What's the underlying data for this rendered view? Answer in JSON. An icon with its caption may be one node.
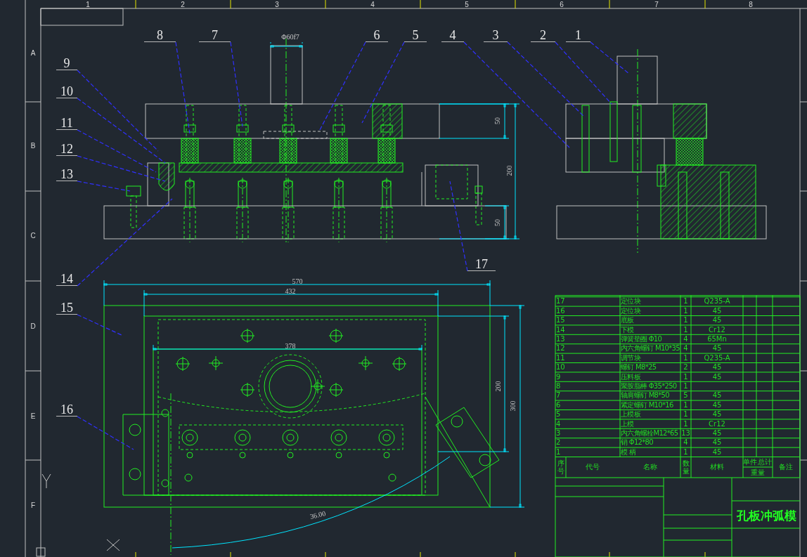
{
  "diagram": {
    "nodes": [
      {
        "text": [
          "8"
        ]
      },
      {
        "text": [
          "7"
        ]
      },
      {
        "text": [
          "6"
        ]
      },
      {
        "text": [
          "5"
        ]
      },
      {
        "text": [
          "4"
        ]
      },
      {
        "text": [
          "3"
        ]
      },
      {
        "text": [
          "2"
        ]
      },
      {
        "text": [
          "1"
        ]
      },
      {
        "text": [
          "9"
        ]
      },
      {
        "text": [
          "10"
        ]
      },
      {
        "text": [
          "11"
        ]
      },
      {
        "text": [
          "12"
        ]
      },
      {
        "text": [
          "13"
        ]
      },
      {
        "text": [
          "17"
        ]
      },
      {
        "text": [
          "14"
        ]
      },
      {
        "text": [
          "15"
        ]
      },
      {
        "text": [
          "16"
        ]
      }
    ],
    "edges": [
      {
        "from": 0,
        "to": null,
        "arrow": "none",
        "style": "dashed"
      },
      {
        "from": 1,
        "to": null,
        "arrow": "none",
        "style": "dashed"
      },
      {
        "from": 2,
        "to": null,
        "arrow": "none",
        "style": "dashed"
      },
      {
        "from": 3,
        "to": null,
        "arrow": "none",
        "style": "dashed"
      },
      {
        "from": 4,
        "to": null,
        "arrow": "none",
        "style": "dashed"
      },
      {
        "from": 5,
        "to": null,
        "arrow": "none",
        "style": "dashed"
      },
      {
        "from": 6,
        "to": null,
        "arrow": "none",
        "style": "dashed"
      },
      {
        "from": 7,
        "to": null,
        "arrow": "none",
        "style": "dashed"
      },
      {
        "from": 8,
        "to": null,
        "arrow": "none",
        "style": "dashed"
      },
      {
        "from": 9,
        "to": null,
        "arrow": "none",
        "style": "dashed"
      },
      {
        "from": 10,
        "to": null,
        "arrow": "none",
        "style": "dashed"
      },
      {
        "from": 11,
        "to": null,
        "arrow": "none",
        "style": "dashed"
      },
      {
        "from": 12,
        "to": null,
        "arrow": "none",
        "style": "dashed"
      },
      {
        "from": 13,
        "to": null,
        "arrow": "none",
        "style": "dashed"
      },
      {
        "from": 14,
        "to": null,
        "arrow": "none",
        "style": "dashed"
      },
      {
        "from": 15,
        "to": null,
        "arrow": "none",
        "style": "dashed"
      },
      {
        "from": 16,
        "to": null,
        "arrow": "none",
        "style": "dashed"
      }
    ],
    "labels": [
      "1",
      "2",
      "3",
      "4",
      "5",
      "6",
      "7",
      "8",
      "A",
      "B",
      "C",
      "D",
      "E",
      "F",
      "Φ60f7",
      "50",
      "200",
      "50",
      "570",
      "432",
      "378",
      "200",
      "300",
      "36.00",
      "17",
      "定位块",
      "1",
      "Q235-A",
      "16",
      "定位块",
      "1",
      "45",
      "15",
      "底板",
      "1",
      "45",
      "14",
      "下模",
      "1",
      "Cr12",
      "13",
      "弹簧垫圈 Φ10",
      "4",
      "65Mn",
      "12",
      "内六角螺钉 M10*35",
      "4",
      "45",
      "11",
      "调节块",
      "1",
      "Q235-A",
      "10",
      "螺钉 M8*25",
      "2",
      "45",
      "9",
      "压料板",
      "1",
      "45",
      "8",
      "聚胺脂棒 Φ35*250",
      "1",
      "7",
      "轴肩螺钉 M8*50",
      "5",
      "45",
      "6",
      "紧定螺钉 M10*16",
      "1",
      "45",
      "5",
      "上模板",
      "1",
      "45",
      "4",
      "上模",
      "1",
      "Cr12",
      "3",
      "内六角螺栓M12*65",
      "13",
      "45",
      "2",
      "销 Φ12*80",
      "4",
      "45",
      "1",
      "模 柄",
      "1",
      "45",
      "序号",
      "代号",
      "名称",
      "数量",
      "材料",
      "单件",
      "总计",
      "重量",
      "备注",
      "孔板冲弧模"
    ]
  }
}
